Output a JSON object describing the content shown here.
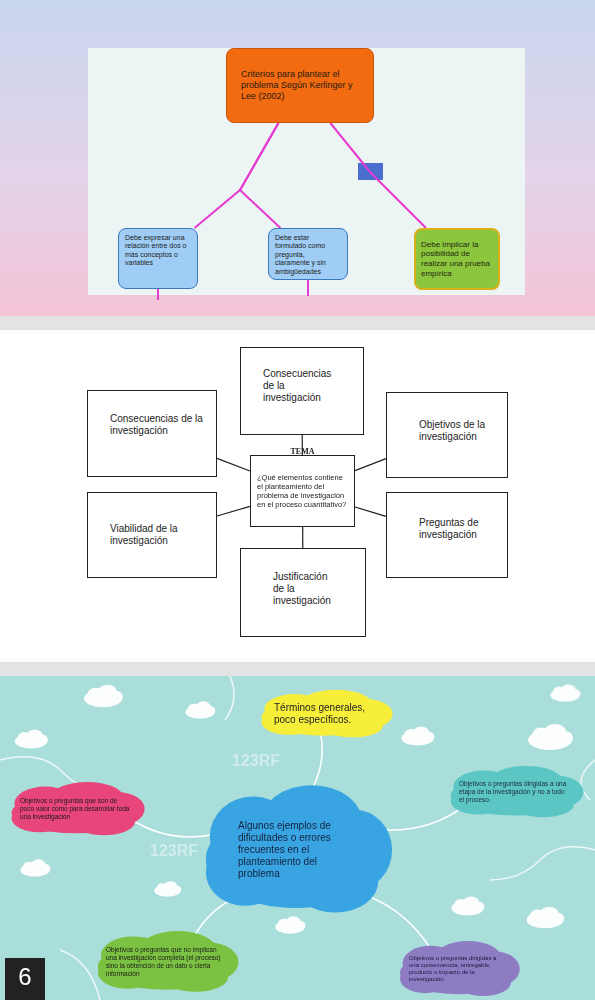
{
  "diagram": {
    "nodes": [
      {
        "text": [
          "Criterios para plantear el problema Según Kerlinger y Lee (2002)"
        ]
      },
      {
        "text": [
          "Debe expresar una relación entre dos o más conceptos o variables"
        ]
      },
      {
        "text": [
          "Debe estar formulado como pregunta, claramente y sin ambigüedades"
        ]
      },
      {
        "text": [
          "Debe implicar la posibilidad de realizar una prueba empírica"
        ]
      },
      {
        "text": [
          "Consecuencias de la investigación"
        ]
      },
      {
        "text": [
          "Consecuencias de la investigación"
        ]
      },
      {
        "text": [
          "TEMA",
          "¿Qué elementos contiene el planteamiento del problema de investigación en el proceso cuantitativo?"
        ]
      },
      {
        "text": [
          "Objetivos de la investigación"
        ]
      },
      {
        "text": [
          "Viabilidad de la investigación"
        ]
      },
      {
        "text": [
          "Preguntas de investigación"
        ]
      },
      {
        "text": [
          "Justificación de la investigación"
        ]
      },
      {
        "text": [
          "Términos generales, poco específicos."
        ]
      },
      {
        "text": [
          "Objetivos o preguntas que son de poco valor como para desarrollar toda una investigación"
        ]
      },
      {
        "text": [
          "Objetivos o preguntas dirigidas a una etapa de la investigación y no a todo el proceso."
        ]
      },
      {
        "text": [
          "Algunos ejemplos de dificultades o errores frecuentes en el planteamiento del problema"
        ]
      },
      {
        "text": [
          "Objetivos o preguntas que no implican una investigación completa (el proceso) sino la obtención de un dato o cierta información"
        ]
      },
      {
        "text": [
          "Objetivos o preguntas dirigidas a una consecuencia, entregable, producto o impacto de la investigación."
        ]
      }
    ],
    "edges": [
      {
        "from": 0,
        "to": 1,
        "arrow": "none"
      },
      {
        "from": 0,
        "to": 2,
        "arrow": "none"
      },
      {
        "from": 0,
        "to": 3,
        "arrow": "none"
      },
      {
        "from": 6,
        "to": 4,
        "arrow": "none"
      },
      {
        "from": 6,
        "to": 5,
        "arrow": "none"
      },
      {
        "from": 6,
        "to": 7,
        "arrow": "none"
      },
      {
        "from": 6,
        "to": 8,
        "arrow": "none"
      },
      {
        "from": 6,
        "to": 9,
        "arrow": "none"
      },
      {
        "from": 6,
        "to": 10,
        "arrow": "none"
      },
      {
        "from": 14,
        "to": 11,
        "arrow": "none"
      },
      {
        "from": 14,
        "to": 12,
        "arrow": "none"
      },
      {
        "from": 14,
        "to": 13,
        "arrow": "none"
      },
      {
        "from": 14,
        "to": 15,
        "arrow": "none"
      },
      {
        "from": 14,
        "to": 16,
        "arrow": "none"
      }
    ],
    "labels": [
      "123RF",
      "123RF",
      "6"
    ]
  }
}
